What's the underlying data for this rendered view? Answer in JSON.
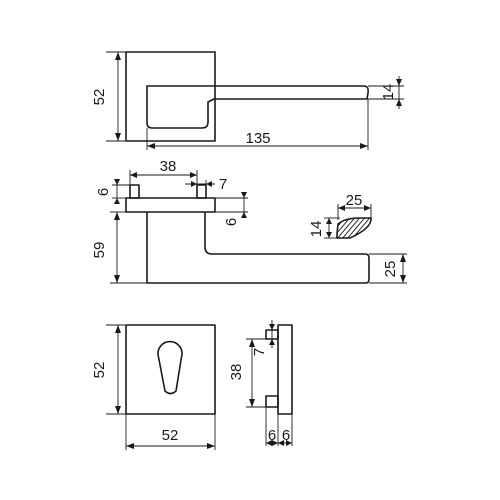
{
  "top_view": {
    "rose_size": "52",
    "handle_length": "135",
    "handle_thickness": "14"
  },
  "side_view": {
    "pin_spacing": "38",
    "pin_width": "7",
    "pin_height": "6",
    "stem_depth": "6",
    "handle_projection": "59",
    "handle_height": "25"
  },
  "section": {
    "width": "25",
    "height": "14"
  },
  "escutcheon_front": {
    "height": "52",
    "width": "52"
  },
  "escutcheon_side": {
    "pin_spacing": "38",
    "pin_width": "7",
    "depth_a": "6",
    "depth_b": "6"
  }
}
